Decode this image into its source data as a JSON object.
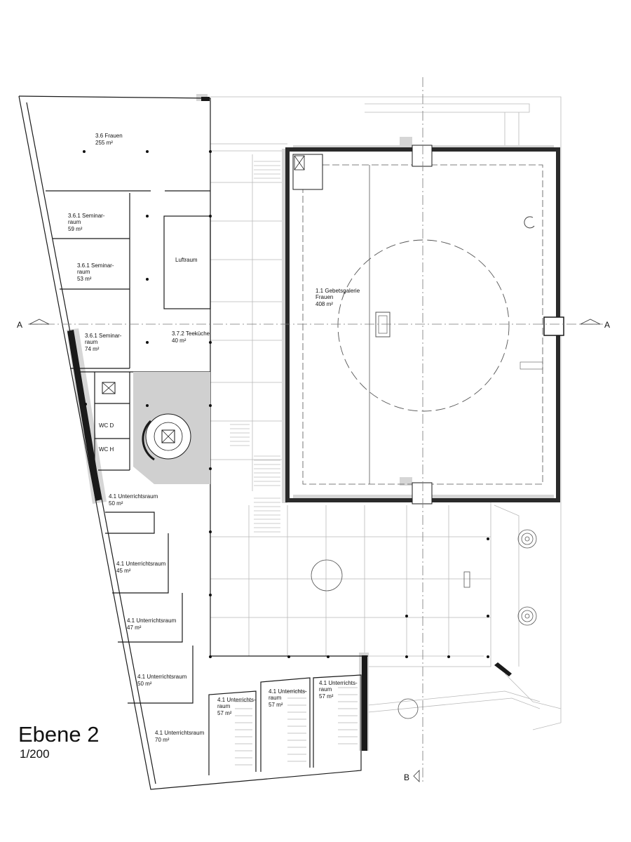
{
  "title": "Ebene 2",
  "scale": "1/200",
  "section_markers": {
    "a_left": "A",
    "a_right": "A",
    "b": "B"
  },
  "rooms": [
    {
      "id": "frauen",
      "lines": [
        "3.6 Frauen",
        "255 m²"
      ]
    },
    {
      "id": "seminar-1",
      "lines": [
        "3.6.1 Seminar-",
        "raum",
        "59 m²"
      ]
    },
    {
      "id": "seminar-2",
      "lines": [
        "3.6.1 Seminar-",
        "raum",
        "53 m²"
      ]
    },
    {
      "id": "seminar-3",
      "lines": [
        "3.6.1 Seminar-",
        "raum",
        "74 m²"
      ]
    },
    {
      "id": "luftraum",
      "lines": [
        "Luftraum"
      ]
    },
    {
      "id": "teekueche",
      "lines": [
        "3.7.2 Teeküche",
        "40 m²"
      ]
    },
    {
      "id": "wc-d",
      "lines": [
        "WC D"
      ]
    },
    {
      "id": "wc-h",
      "lines": [
        "WC H"
      ]
    },
    {
      "id": "gebetsgalerie",
      "lines": [
        "1.1 Gebetsgalerie",
        "Frauen",
        "408 m²"
      ]
    },
    {
      "id": "unterricht-1",
      "lines": [
        "4.1 Unterrichtsraum",
        "50 m²"
      ]
    },
    {
      "id": "unterricht-2",
      "lines": [
        "4.1 Unterrichtsraum",
        "45 m²"
      ]
    },
    {
      "id": "unterricht-3",
      "lines": [
        "4.1 Unterrichtsraum",
        "47 m²"
      ]
    },
    {
      "id": "unterricht-4",
      "lines": [
        "4.1 Unterrichtsraum",
        "50 m²"
      ]
    },
    {
      "id": "unterricht-5",
      "lines": [
        "4.1 Unterrichtsraum",
        "70 m²"
      ]
    },
    {
      "id": "unterricht-6",
      "lines": [
        "4.1 Unterrichts-",
        "raum",
        "57 m²"
      ]
    },
    {
      "id": "unterricht-7",
      "lines": [
        "4.1 Unterrichts-",
        "raum",
        "57 m²"
      ]
    },
    {
      "id": "unterricht-8",
      "lines": [
        "4.1 Unterrichts-",
        "raum",
        "57 m²"
      ]
    }
  ]
}
